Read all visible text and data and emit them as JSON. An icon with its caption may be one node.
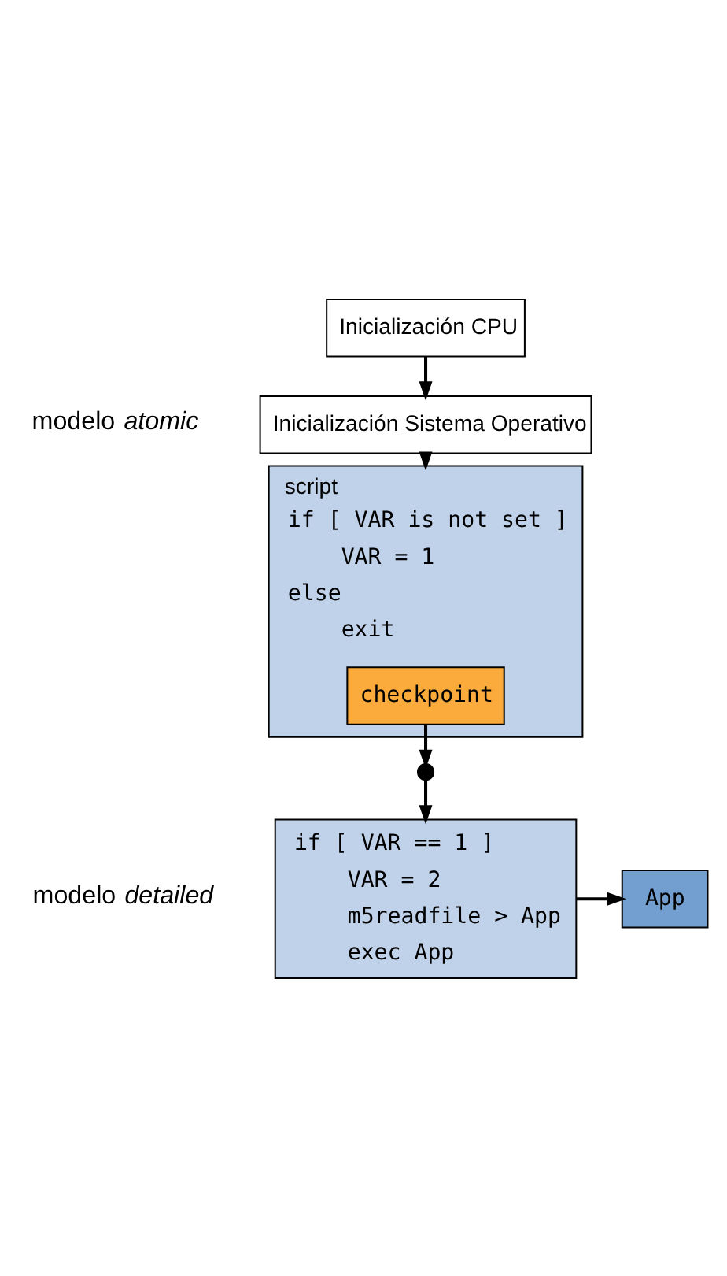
{
  "diagram": {
    "nodes": [
      {
        "text": [
          "Inicialización CPU"
        ]
      },
      {
        "text": [
          "Inicialización Sistema Operativo"
        ]
      },
      {
        "text": [
          "script",
          "if [ VAR is not set ]",
          "VAR = 1",
          "else",
          "exit"
        ]
      },
      {
        "text": [
          "checkpoint"
        ],
        "in": 2
      },
      {
        "text": [],
        "shape": "circle"
      },
      {
        "text": [
          "if [ VAR == 1 ]",
          "VAR = 2",
          "m5readfile > App",
          "exec App"
        ]
      },
      {
        "text": [
          "App"
        ]
      }
    ],
    "edges": [
      {
        "from": 0,
        "to": 1,
        "arrow": "to"
      },
      {
        "from": 1,
        "to": 2,
        "arrow": "to"
      },
      {
        "from": 3,
        "to": 4,
        "arrow": "to"
      },
      {
        "from": 4,
        "to": 5,
        "arrow": "to"
      },
      {
        "from": 5,
        "to": 6,
        "arrow": "to"
      }
    ],
    "labels": [
      "modelo *atomic*",
      "modelo *detailed*"
    ]
  }
}
